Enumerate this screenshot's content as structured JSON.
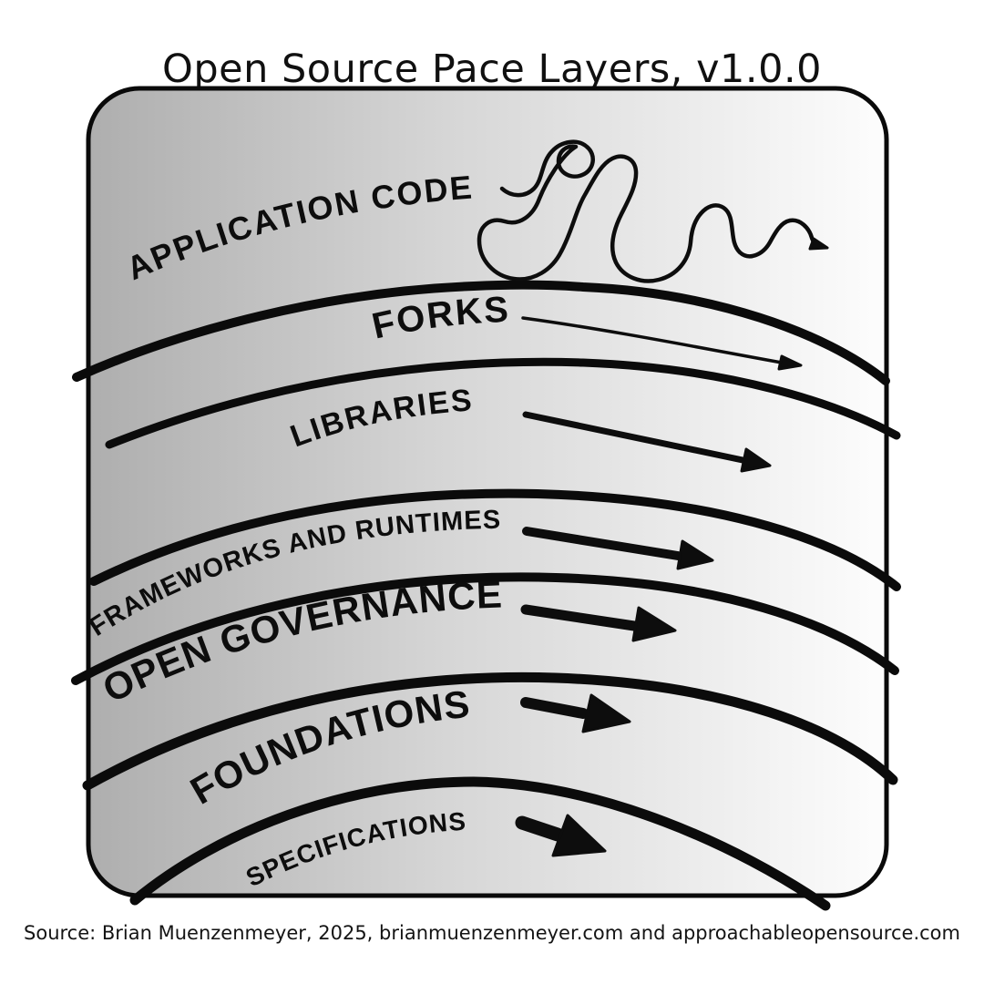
{
  "title": "Open Source Pace Layers, v1.0.0",
  "source_caption": "Source: Brian Muenzenmeyer, 2025, brianmuenzenmeyer.com and approachableopensource.com",
  "diagram": {
    "type": "pace-layers",
    "description": "Nested arced layers, fastest-changing on top to slowest-changing on bottom; arrows shorten and thicken downward",
    "layers": [
      {
        "label": "APPLICATION CODE",
        "pace_arrow": "squiggly-meander-arrow",
        "pace": "fastest"
      },
      {
        "label": "FORKS",
        "pace_arrow": "long-thin-arrow"
      },
      {
        "label": "LIBRARIES",
        "pace_arrow": "long-medium-arrow"
      },
      {
        "label": "FRAMEWORKS AND RUNTIMES",
        "pace_arrow": "medium-arrow"
      },
      {
        "label": "OPEN GOVERNANCE",
        "pace_arrow": "short-thick-arrow"
      },
      {
        "label": "FOUNDATIONS",
        "pace_arrow": "shorter-thicker-arrow"
      },
      {
        "label": "SPECIFICATIONS",
        "pace_arrow": "shortest-thickest-arrow",
        "pace": "slowest"
      }
    ],
    "colors": {
      "ink": "#0d0d0d",
      "panel_gradient_left": "#b0b0b0",
      "panel_gradient_right": "#fdfdfd",
      "page_background": "#ffffff"
    }
  }
}
